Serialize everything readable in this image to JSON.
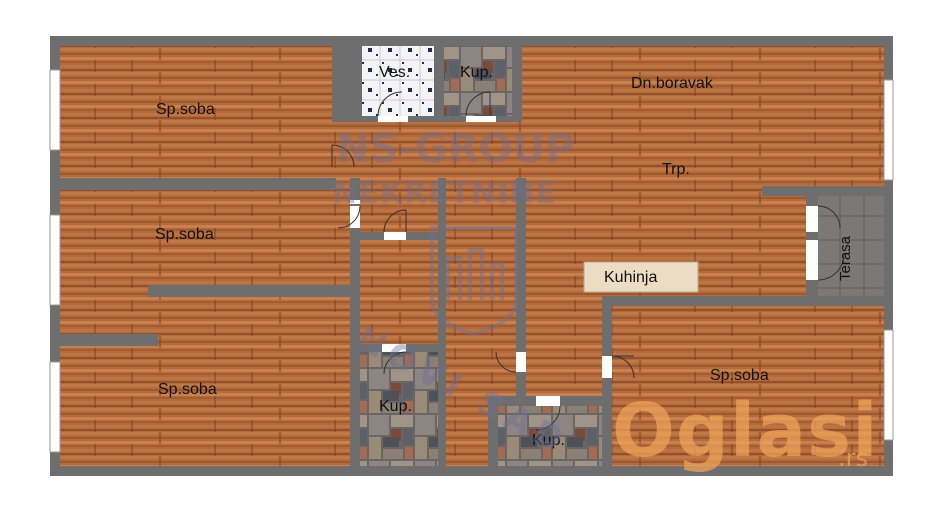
{
  "rooms": {
    "bedroom_top_left": "Sp.soba",
    "bedroom_mid_left": "Sp.soba",
    "bedroom_bottom_left": "Sp.soba",
    "bedroom_right": "Sp.soba",
    "laundry": "Ves.",
    "bathroom_top": "Kup.",
    "bathroom_bottom_left": "Kup.",
    "bathroom_bottom_center": "Kup.",
    "living_room": "Dn.boravak",
    "dining": "Trp.",
    "kitchen": "Kuhinja",
    "terrace": "Terasa"
  },
  "watermark": {
    "line1": "NS-GROUP",
    "line2": "NEKRETNINE",
    "arc": "NOVI SAD"
  },
  "brand": {
    "name": "Oglasi",
    "tld": ".rs"
  },
  "colors": {
    "wall": "#6e6e6e",
    "wood": "#b46a3a",
    "wood_dark": "#8f4c26",
    "tile_gray": "#7d7a78",
    "kitchen": "#ecdcc4",
    "watermark": "#6e6e96",
    "brand": "#f0a55a"
  }
}
